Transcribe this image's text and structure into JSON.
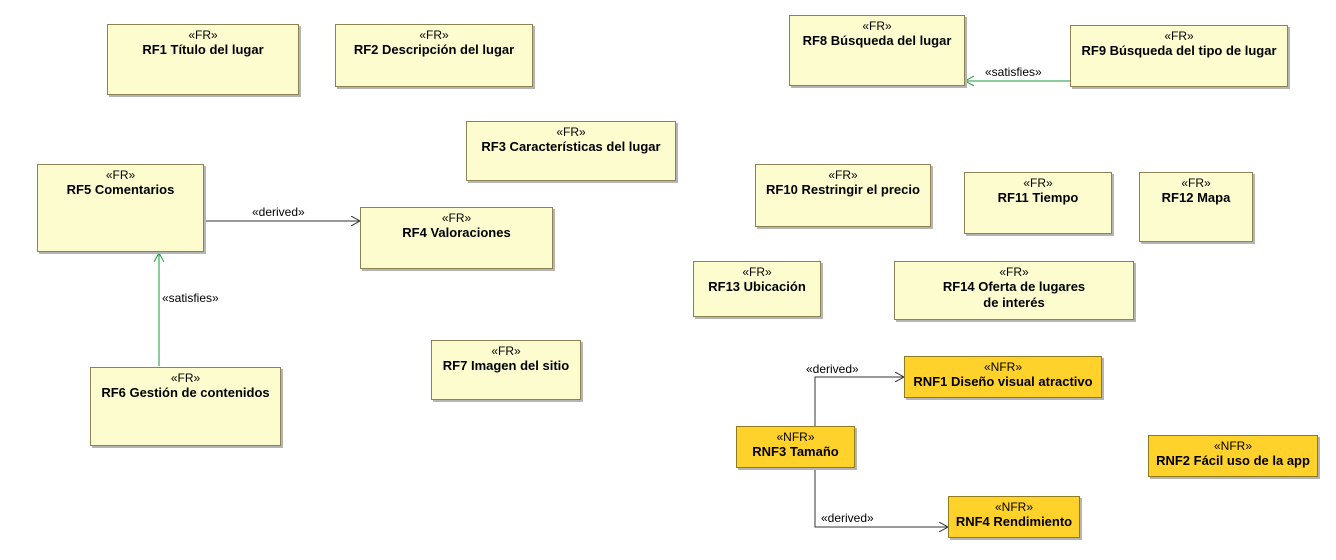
{
  "requirements": {
    "rf1": {
      "stereotype": "«FR»",
      "name": "RF1 Título del lugar"
    },
    "rf2": {
      "stereotype": "«FR»",
      "name": "RF2 Descripción del lugar"
    },
    "rf3": {
      "stereotype": "«FR»",
      "name": "RF3 Características del lugar"
    },
    "rf4": {
      "stereotype": "«FR»",
      "name": "RF4 Valoraciones"
    },
    "rf5": {
      "stereotype": "«FR»",
      "name": "RF5 Comentarios"
    },
    "rf6": {
      "stereotype": "«FR»",
      "name": "RF6 Gestión de contenidos"
    },
    "rf7": {
      "stereotype": "«FR»",
      "name": "RF7 Imagen del sitio"
    },
    "rf8": {
      "stereotype": "«FR»",
      "name": "RF8 Búsqueda del lugar"
    },
    "rf9": {
      "stereotype": "«FR»",
      "name": "RF9 Búsqueda del tipo de lugar"
    },
    "rf10": {
      "stereotype": "«FR»",
      "name": "RF10 Restringir el precio"
    },
    "rf11": {
      "stereotype": "«FR»",
      "name": "RF11 Tiempo"
    },
    "rf12": {
      "stereotype": "«FR»",
      "name": "RF12 Mapa"
    },
    "rf13": {
      "stereotype": "«FR»",
      "name": "RF13 Ubicación"
    },
    "rf14": {
      "stereotype": "«FR»",
      "name": "RF14 Oferta de lugares de interés"
    },
    "rnf1": {
      "stereotype": "«NFR»",
      "name": "RNF1 Diseño visual atractivo"
    },
    "rnf2": {
      "stereotype": "«NFR»",
      "name": "RNF2 Fácil uso de la app"
    },
    "rnf3": {
      "stereotype": "«NFR»",
      "name": "RNF3 Tamaño"
    },
    "rnf4": {
      "stereotype": "«NFR»",
      "name": "RNF4 Rendimiento"
    }
  },
  "relations": {
    "rf5_rf4": "«derived»",
    "rf6_rf5": "«satisfies»",
    "rf9_rf8": "«satisfies»",
    "rnf3_rnf1": "«derived»",
    "rnf3_rnf4": "«derived»"
  },
  "colors": {
    "fr_fill": "#fdfccf",
    "nfr_fill": "#ffd12b",
    "derived_line": "#333333",
    "satisfies_line": "#1a9a3a"
  }
}
